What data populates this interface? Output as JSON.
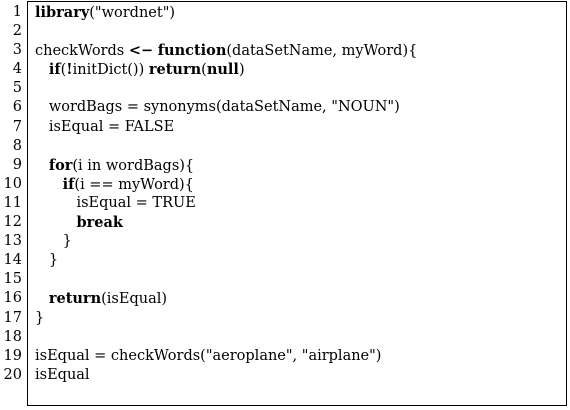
{
  "listing": {
    "lines": [
      {
        "num": "1",
        "tokens": [
          {
            "t": "library",
            "kw": true
          },
          {
            "t": "(\"wordnet\")",
            "kw": false
          }
        ]
      },
      {
        "num": "2",
        "tokens": []
      },
      {
        "num": "3",
        "tokens": [
          {
            "t": "checkWords ",
            "kw": false
          },
          {
            "t": "<−",
            "kw": true
          },
          {
            "t": " ",
            "kw": false
          },
          {
            "t": "function",
            "kw": true
          },
          {
            "t": "(dataSetName, myWord){",
            "kw": false
          }
        ]
      },
      {
        "num": "4",
        "tokens": [
          {
            "t": "   ",
            "kw": false
          },
          {
            "t": "if",
            "kw": true
          },
          {
            "t": "(",
            "kw": false
          },
          {
            "t": "!",
            "kw": true
          },
          {
            "t": "initDict()) ",
            "kw": false
          },
          {
            "t": "return",
            "kw": true
          },
          {
            "t": "(",
            "kw": false
          },
          {
            "t": "null",
            "kw": true
          },
          {
            "t": ")",
            "kw": false
          }
        ]
      },
      {
        "num": "5",
        "tokens": []
      },
      {
        "num": "6",
        "tokens": [
          {
            "t": "   wordBags = synonyms(dataSetName, \"NOUN\")",
            "kw": false
          }
        ]
      },
      {
        "num": "7",
        "tokens": [
          {
            "t": "   isEqual = FALSE",
            "kw": false
          }
        ]
      },
      {
        "num": "8",
        "tokens": []
      },
      {
        "num": "9",
        "tokens": [
          {
            "t": "   ",
            "kw": false
          },
          {
            "t": "for",
            "kw": true
          },
          {
            "t": "(i in wordBags){",
            "kw": false
          }
        ]
      },
      {
        "num": "10",
        "tokens": [
          {
            "t": "      ",
            "kw": false
          },
          {
            "t": "if",
            "kw": true
          },
          {
            "t": "(i == myWord){",
            "kw": false
          }
        ]
      },
      {
        "num": "11",
        "tokens": [
          {
            "t": "         isEqual = TRUE",
            "kw": false
          }
        ]
      },
      {
        "num": "12",
        "tokens": [
          {
            "t": "         ",
            "kw": false
          },
          {
            "t": "break",
            "kw": true
          }
        ]
      },
      {
        "num": "13",
        "tokens": [
          {
            "t": "      }",
            "kw": false
          }
        ]
      },
      {
        "num": "14",
        "tokens": [
          {
            "t": "   }",
            "kw": false
          }
        ]
      },
      {
        "num": "15",
        "tokens": []
      },
      {
        "num": "16",
        "tokens": [
          {
            "t": "   ",
            "kw": false
          },
          {
            "t": "return",
            "kw": true
          },
          {
            "t": "(isEqual)",
            "kw": false
          }
        ]
      },
      {
        "num": "17",
        "tokens": [
          {
            "t": "}",
            "kw": false
          }
        ]
      },
      {
        "num": "18",
        "tokens": []
      },
      {
        "num": "19",
        "tokens": [
          {
            "t": "isEqual = checkWords(\"aeroplane\", \"airplane\")",
            "kw": false
          }
        ]
      },
      {
        "num": "20",
        "tokens": [
          {
            "t": "isEqual",
            "kw": false
          }
        ]
      }
    ]
  }
}
